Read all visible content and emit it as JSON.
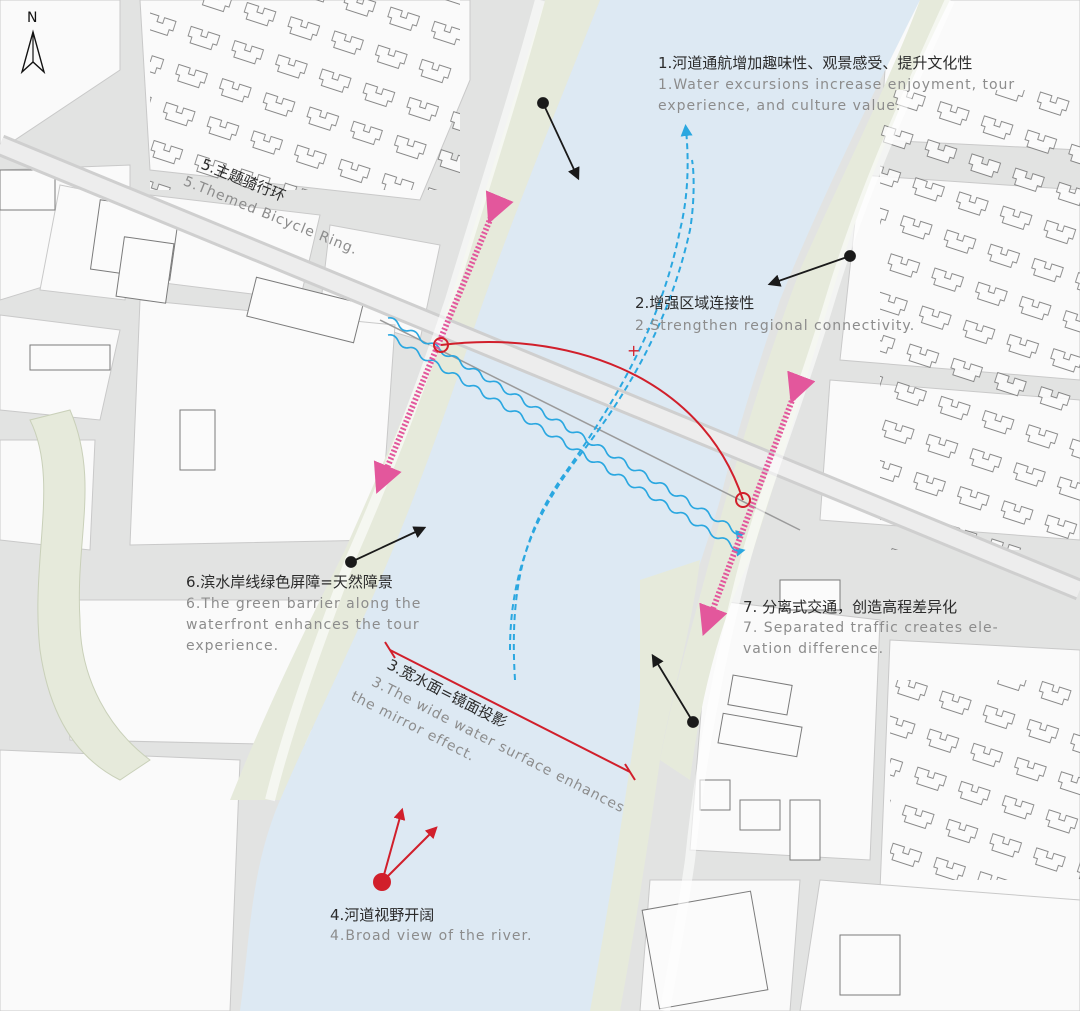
{
  "north": {
    "label": "N"
  },
  "colors": {
    "water": "#dde9f3",
    "greenbank": "#e6eadb",
    "road": "#e2e3e2",
    "block": "#fafafa",
    "building_stroke": "#7b7b7b",
    "cyan": "#2aa7e0",
    "magenta": "#e3579c",
    "red": "#d11f2b",
    "black": "#1a1a1a"
  },
  "annotations": {
    "a1": {
      "cn": "1.河道通航增加趣味性、观景感受、提升文化性",
      "en1": "1.Water excursions increase enjoyment, tour",
      "en2": "experience, and culture value."
    },
    "a2": {
      "cn": "2.增强区域连接性",
      "en1": "2.Strengthen regional connectivity."
    },
    "a3": {
      "cn": "3.宽水面=镜面投影",
      "en1": "3.The wide water surface enhances",
      "en2": "the mirror effect."
    },
    "a4": {
      "cn": "4.河道视野开阔",
      "en1": "4.Broad view of the river."
    },
    "a5": {
      "cn": "5.主题骑行环",
      "en1": "5.Themed Bicycle Ring."
    },
    "a6": {
      "cn": "6.滨水岸线绿色屏障=天然障景",
      "en1": "6.The green barrier along the",
      "en2": "waterfront enhances the tour",
      "en3": "experience."
    },
    "a7": {
      "cn": "7. 分离式交通，创造高程差异化",
      "en1": "7. Separated traffic creates ele-",
      "en2": "vation difference."
    }
  },
  "markers": {
    "plus": "+"
  }
}
